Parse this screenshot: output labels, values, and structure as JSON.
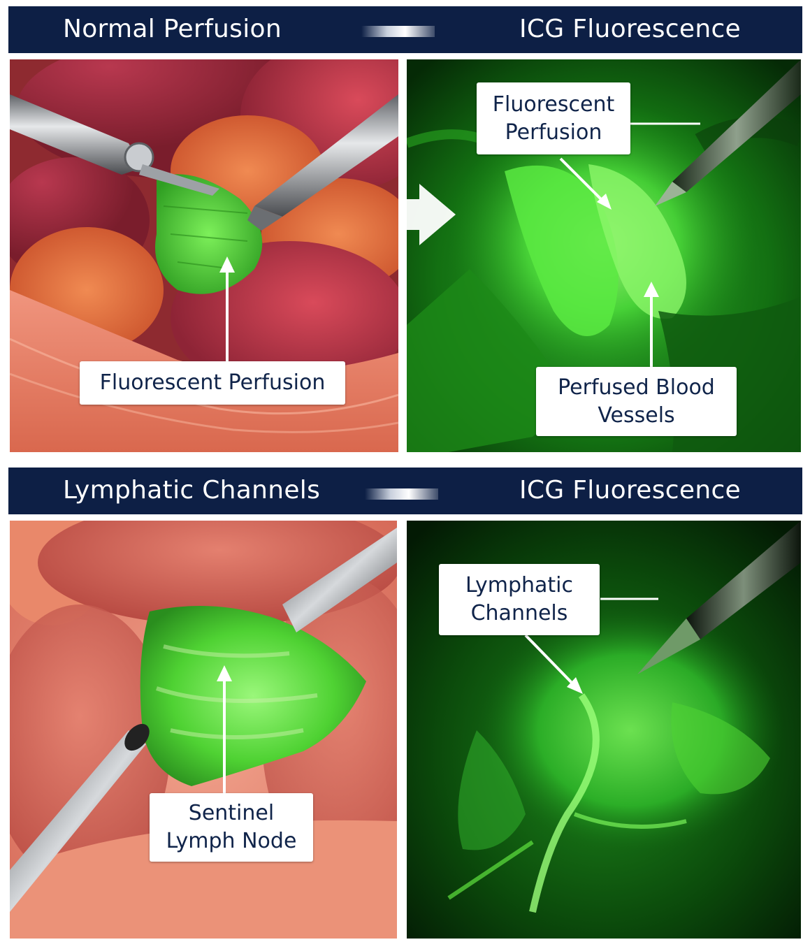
{
  "colors": {
    "header_bg": "#0d1f45",
    "callout_text": "#10244a",
    "tissue_pink": "#e07a6a",
    "fluorescence_green": "#3fdc3a"
  },
  "top_panel": {
    "left_title": "Normal Perfusion",
    "right_title": "ICG Fluorescence",
    "left_callout": {
      "lines": [
        "Fluorescent Perfusion"
      ]
    },
    "right_top_callout": {
      "lines": [
        "Fluorescent",
        "Perfusion"
      ]
    },
    "right_bottom_callout": {
      "lines": [
        "Perfused Blood",
        "Vessels"
      ]
    },
    "connector_icon": "right-arrow-icon"
  },
  "bottom_panel": {
    "left_title": "Lymphatic Channels",
    "right_title": "ICG Fluorescence",
    "left_callout": {
      "lines": [
        "Sentinel",
        "Lymph Node"
      ]
    },
    "right_callout": {
      "lines": [
        "Lymphatic",
        "Channels"
      ]
    }
  }
}
